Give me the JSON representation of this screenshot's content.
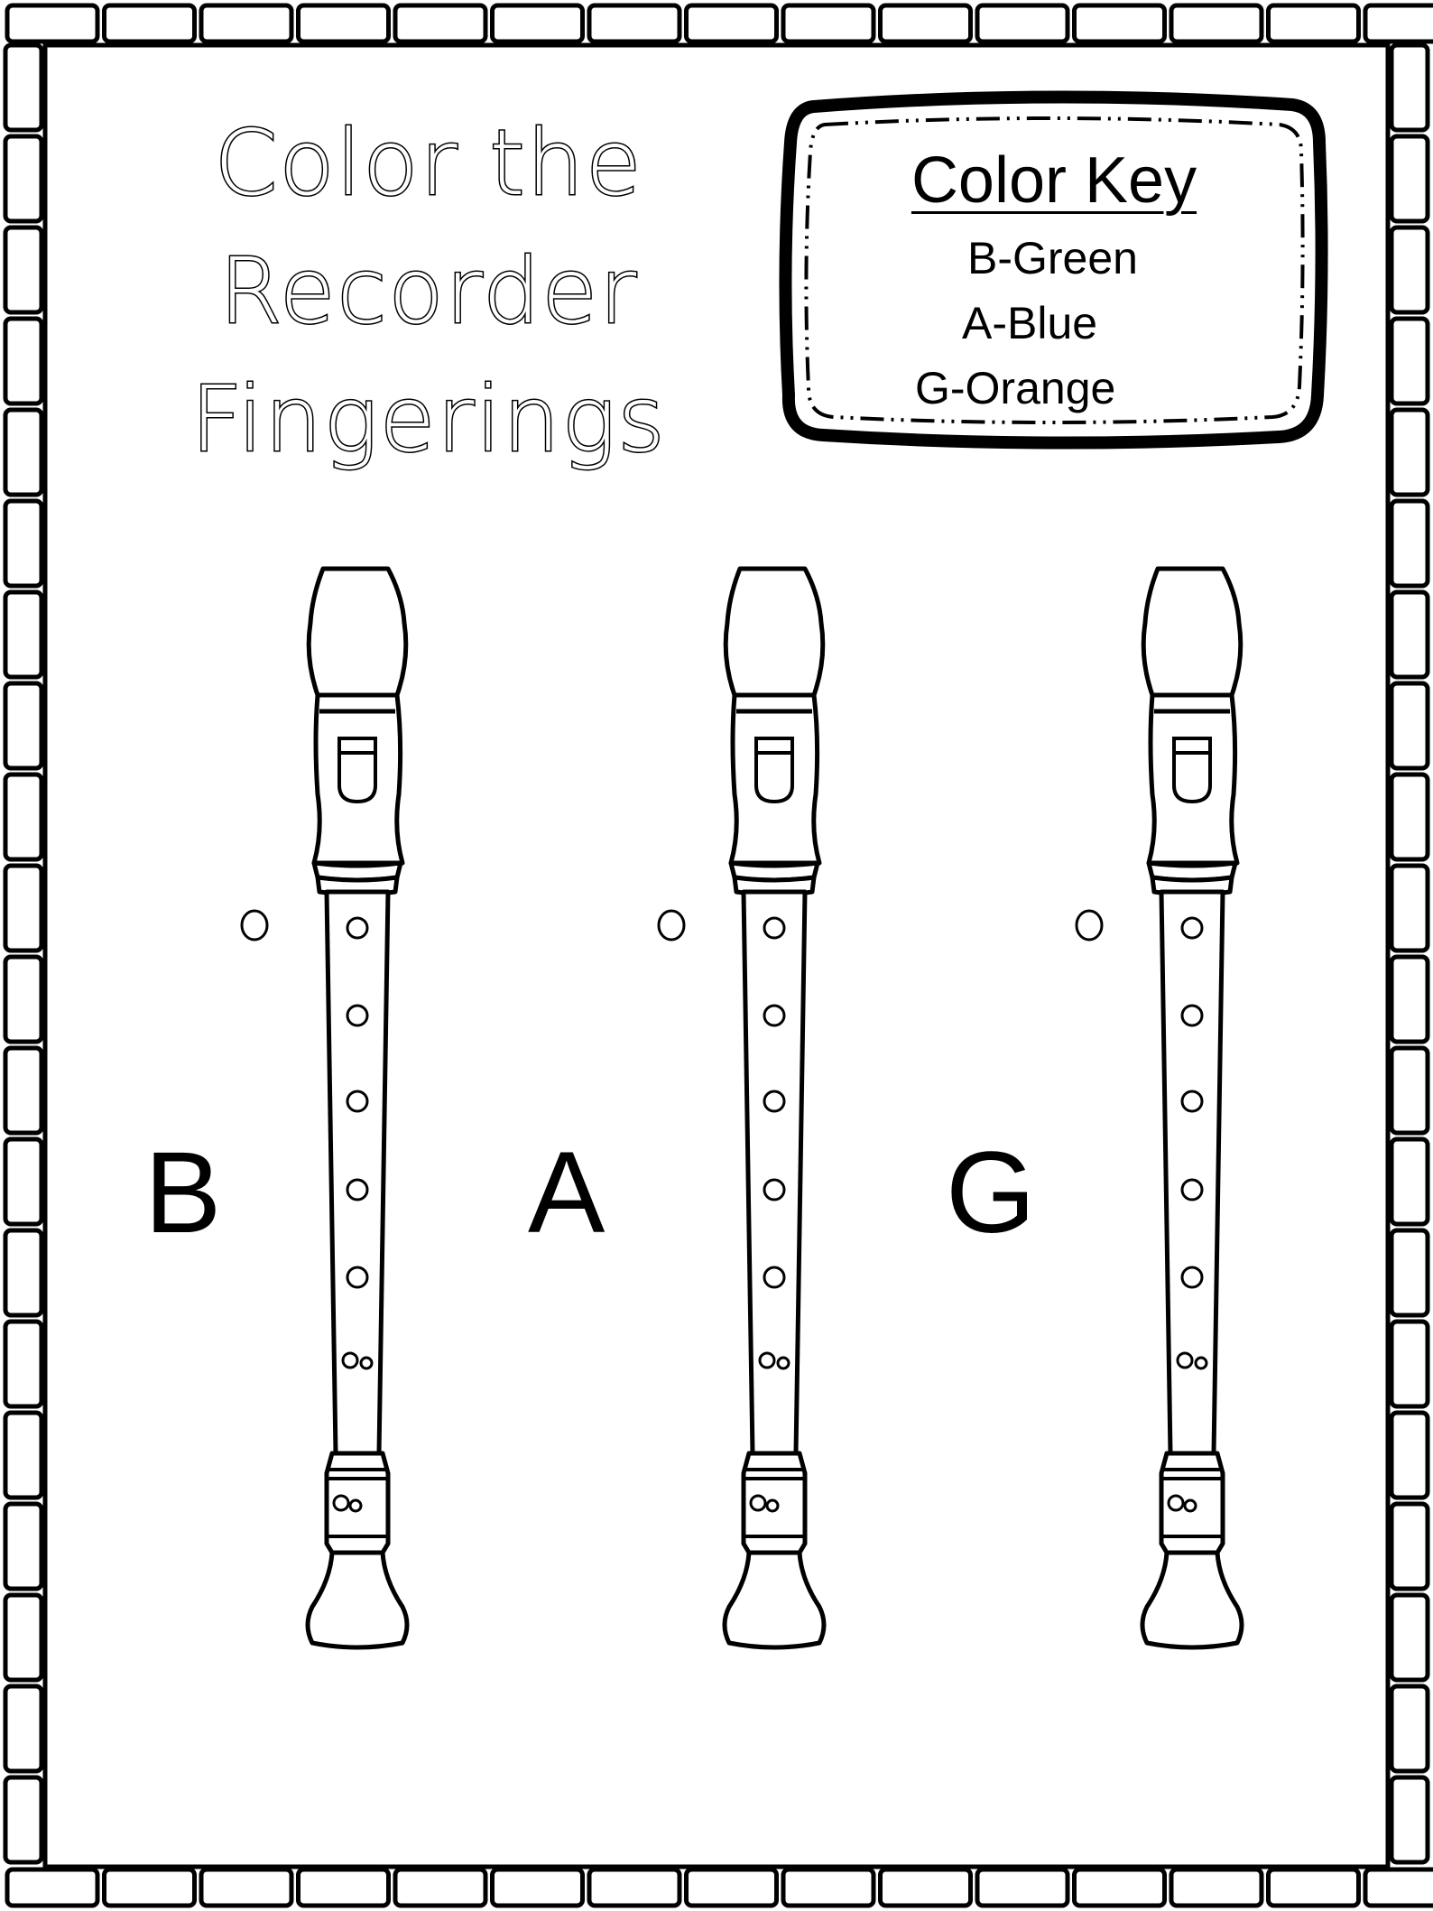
{
  "title": {
    "lines": [
      "Color the",
      "Recorder",
      "Fingerings"
    ]
  },
  "color_key": {
    "heading": "Color Key",
    "items": [
      {
        "label": "B-Green"
      },
      {
        "label": "A-Blue"
      },
      {
        "label": "G-Orange"
      }
    ]
  },
  "recorders": [
    {
      "note": "B"
    },
    {
      "note": "A"
    },
    {
      "note": "G"
    }
  ],
  "colors": {
    "ink": "#000000",
    "paper": "#ffffff"
  },
  "icons": [
    "recorder-icon",
    "finger-hole-icon",
    "thumb-hole-icon"
  ]
}
